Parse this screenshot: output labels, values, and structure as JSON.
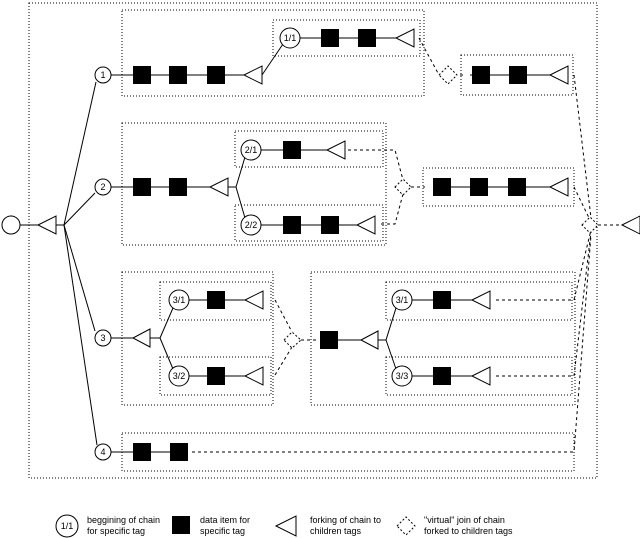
{
  "nodes": {
    "n1": "1",
    "n2": "2",
    "n3": "3",
    "n4": "4",
    "n1_1": "1/1",
    "n2_1": "2/1",
    "n2_2": "2/2",
    "n3_1": "3/1",
    "n3_2": "3/2",
    "n3_1b": "3/1",
    "n3_3": "3/3"
  },
  "legend": {
    "circle_label": "1/1",
    "circle_text": [
      "beggining of chain",
      "for specific tag"
    ],
    "square_text": [
      "data item for",
      "specific tag"
    ],
    "triangle_text": [
      "forking of chain to",
      "children tags"
    ],
    "diamond_text": [
      "\"virtual\" join of chain",
      "forked to children tags"
    ]
  }
}
